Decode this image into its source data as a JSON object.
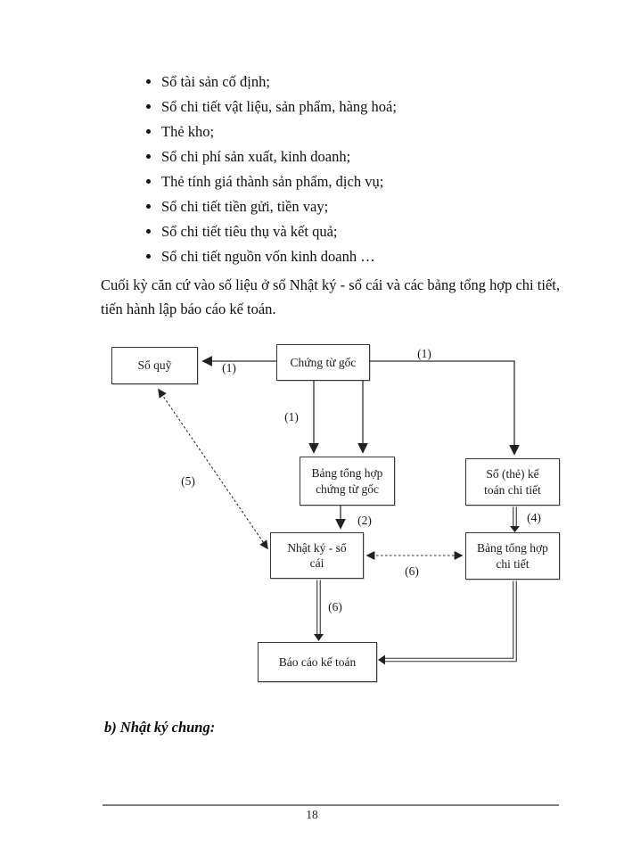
{
  "doc": {
    "bullets": [
      "Sổ tài sản cố định;",
      "Sổ chi tiết vật liệu, sản phẩm, hàng hoá;",
      "Thẻ kho;",
      "Sổ chi phí sản xuất, kinh doanh;",
      "Thẻ tính giá thành sản phẩm, dịch vụ;",
      "Sổ chi tiết tiền gửi, tiền vay;",
      "Sổ chi tiết tiêu thụ và kết quả;",
      "Sổ chi tiết nguồn vốn kinh doanh …"
    ],
    "paragraph_lines": [
      "Cuối kỳ căn cứ vào số liệu ở sổ Nhật ký - sổ cái và các bảng tổng hợp chi tiết,",
      "tiến hành lập báo cáo kế toán."
    ],
    "heading": "b) Nhật ký chung:",
    "page_number": "18"
  },
  "diagram": {
    "boxes": {
      "so_quy": {
        "label": "Sổ quỹ",
        "lines": [
          "Sổ quỹ"
        ]
      },
      "chung_tu_goc": {
        "label": "Chứng từ gốc",
        "lines": [
          "Chứng từ gốc"
        ]
      },
      "bang_th_ctg": {
        "label": "Bảng tổng hợp chứng từ gốc",
        "lines": [
          "Bảng tổng hợp",
          "chứng từ gốc"
        ]
      },
      "so_the_kt": {
        "label": "Sổ (thẻ) kế toán chi tiết",
        "lines": [
          "Sổ (thẻ) kế",
          "toán chi tiết"
        ]
      },
      "nhat_ky": {
        "label": "Nhật ký - sổ cái",
        "lines": [
          "Nhật ký - sổ",
          "cái"
        ]
      },
      "bang_th_ct": {
        "label": "Bảng tổng hợp chi tiết",
        "lines": [
          "Bảng tổng hợp",
          "chi tiết"
        ]
      },
      "bao_cao": {
        "label": "Báo cáo kế toán",
        "lines": [
          "Báo cáo kế toán"
        ]
      }
    },
    "arrow_labels": {
      "to_so_quy": "(1)",
      "to_so_the": "(1)",
      "to_bang_th_ctg": "(1)",
      "to_nhat_ky": "(2)",
      "to_bang_th_ct": "(4)",
      "so_quy_nhat_ky": "(5)",
      "nhat_ky_bang_th_ct": "(6)",
      "to_bao_cao": "(6)"
    }
  },
  "colors": {
    "text": "#111111",
    "box_border": "#3a3a3a",
    "arrow": "#2f2f2f",
    "footer_line": "#7d7d7d"
  }
}
